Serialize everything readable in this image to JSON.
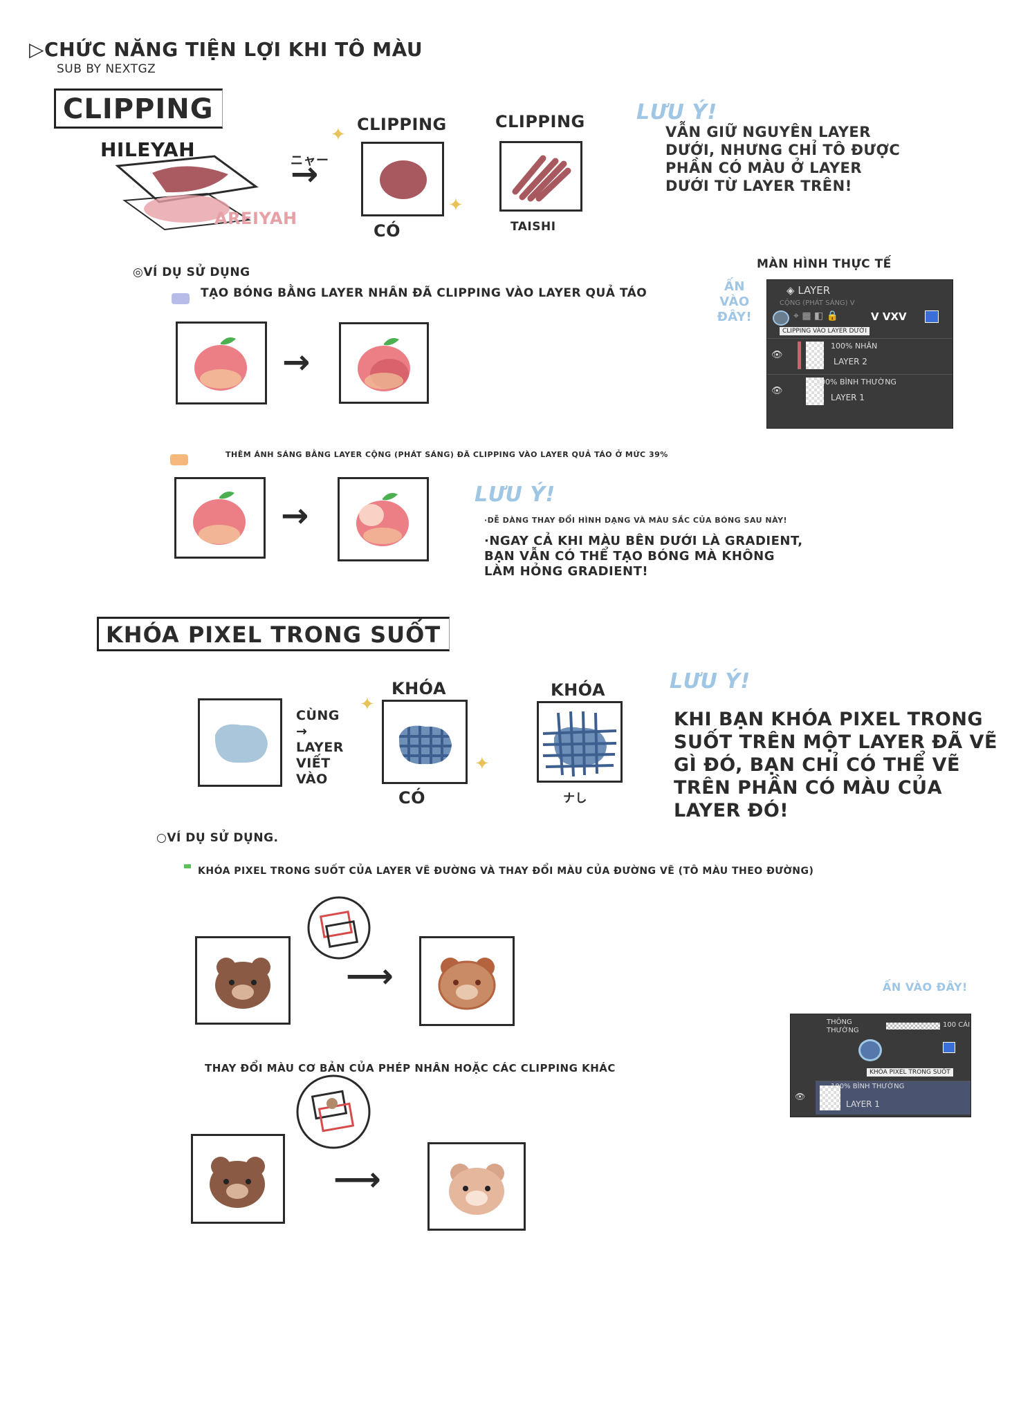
{
  "header": {
    "title": "▷CHỨC NĂNG TIỆN LỢI KHI TÔ MÀU",
    "subtitle": "SUB BY NEXTGZ"
  },
  "clipping": {
    "heading": "CLIPPING",
    "diagram_top_label": "HILEYAH",
    "diagram_bottom_label": "AREIYAH",
    "arrow_scribble": "ニャー",
    "example1_label": "CLIPPING",
    "example1_caption": "CÓ",
    "example2_label": "CLIPPING",
    "example2_caption": "TAISHI",
    "note": {
      "title": "LƯU Ý!",
      "text": "VẪN GIỮ NGUYÊN LAYER DƯỚI, NHƯNG CHỈ TÔ ĐƯỢC PHẦN CÓ MÀU Ở LAYER DƯỚI TỪ LAYER TRÊN!"
    },
    "usage_title": "◎VÍ DỤ SỬ DỤNG",
    "usage1": "TẠO BÓNG BẰNG LAYER NHÂN ĐÃ CLIPPING VÀO LAYER QUẢ TÁO",
    "usage2": "THÊM ÁNH SÁNG BẰNG LAYER CỘNG (PHÁT SÁNG) ĐÃ CLIPPING VÀO LAYER QUẢ TÁO Ở MỨC 39%",
    "screen_title": "MÀN HÌNH THỰC TẾ",
    "screen_hint": "ẤN VÀO ĐÂY!",
    "panel": {
      "tab": "LAYER",
      "blend": "CỘNG (PHÁT SÁNG) V",
      "mark": "V VXV",
      "tooltip": "CLIPPING VÀO LAYER DƯỚI",
      "row1_mode": "100% NHÂN",
      "row1_name": "LAYER 2",
      "row2_mode": "100% BÌNH THƯỜNG",
      "row2_name": "LAYER 1"
    },
    "note2": {
      "title": "LƯU Ý!",
      "small": "·DỄ DÀNG THAY ĐỔI HÌNH DẠNG VÀ MÀU SẮC CỦA BÓNG SAU NÀY!",
      "text": "·NGAY CẢ KHI MÀU BÊN DƯỚI LÀ GRADIENT, BẠN VẪN CÓ THỂ TẠO BÓNG MÀ KHÔNG LÀM HỎNG GRADIENT!"
    }
  },
  "lock": {
    "heading": "KHÓA PIXEL TRONG SUỐT",
    "side_text": "CÙNG → LAYER VIẾT VÀO",
    "example1_label": "KHÓA",
    "example1_caption": "CÓ",
    "example2_label": "KHÓA",
    "example2_caption": "ナし",
    "note": {
      "title": "LƯU Ý!",
      "text": "KHI BẠN KHÓA PIXEL TRONG SUỐT TRÊN MỘT LAYER ĐÃ VẼ GÌ ĐÓ, BẠN CHỈ CÓ THỂ VẼ TRÊN PHẦN CÓ MÀU CỦA LAYER ĐÓ!"
    },
    "usage_title": "○VÍ DỤ SỬ DỤNG.",
    "usage1": "KHÓA PIXEL TRONG SUỐT CỦA LAYER VẼ ĐƯỜNG VÀ THAY ĐỔI MÀU CỦA ĐƯỜNG VẼ (TÔ MÀU THEO ĐƯỜNG)",
    "usage2": "THAY ĐỔI MÀU CƠ BẢN CỦA PHÉP NHÂN HOẶC CÁC CLIPPING KHÁC",
    "hint": "ẤN VÀO ĐÂY!",
    "panel": {
      "mode": "THÔNG THƯỜNG",
      "opacity": "100 CÁI",
      "tooltip": "KHÓA PIXEL TRONG SUỐT",
      "row_mode": "100% BÌNH THƯỜNG",
      "row_name": "LAYER 1"
    }
  },
  "colors": {
    "ink": "#2a2a2a",
    "note_blue": "#9fc6e4",
    "sparkle": "#e8c35a",
    "apple_red": "#e8707a",
    "bear_brown": "#8a5a44",
    "blob_blue": "#a9c6da",
    "panel_dark": "#3a3a3a"
  }
}
